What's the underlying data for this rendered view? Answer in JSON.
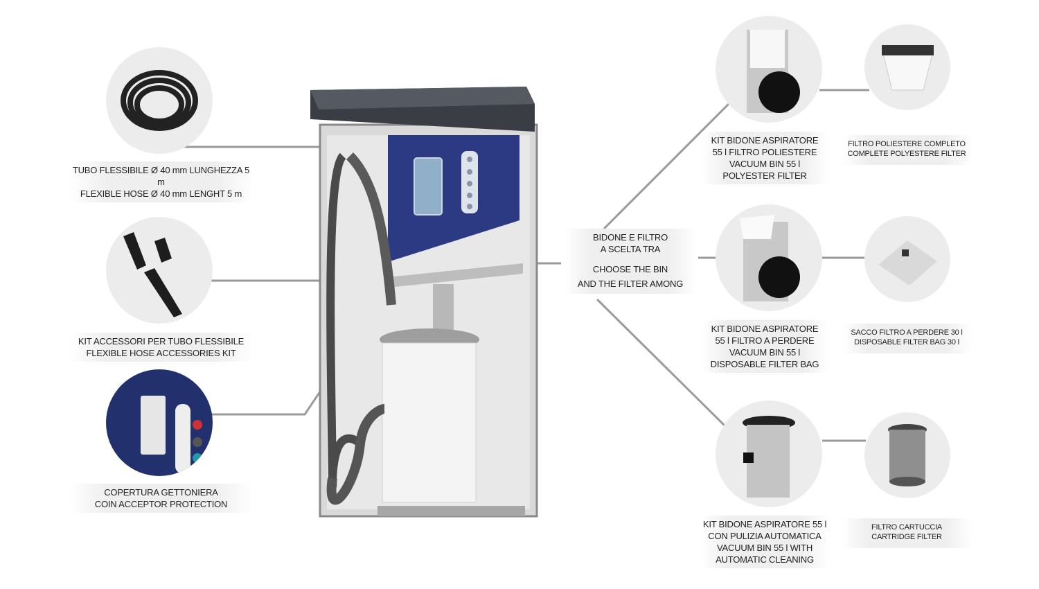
{
  "left_labels": {
    "hose": [
      "TUBO FLESSIBILE Ø 40 mm LUNGHEZZA 5 m",
      "FLEXIBLE HOSE Ø 40 mm LENGHT 5 m"
    ],
    "accessories": [
      "KIT ACCESSORI PER TUBO FLESSIBILE",
      "FLEXIBLE HOSE ACCESSORIES KIT"
    ],
    "coin": [
      "COPERTURA GETTONIERA",
      "COIN ACCEPTOR PROTECTION"
    ]
  },
  "center_label": {
    "it": [
      "BIDONE E FILTRO",
      "A SCELTA TRA"
    ],
    "en": [
      "CHOOSE THE BIN",
      "AND THE FILTER AMONG"
    ]
  },
  "right_labels": {
    "kit1": [
      "KIT BIDONE ASPIRATORE",
      "55 l FILTRO POLIESTERE",
      "VACUUM BIN 55 l",
      "POLYESTER FILTER"
    ],
    "filter1": [
      "FILTRO POLIESTERE COMPLETO",
      "COMPLETE POLYESTERE FILTER"
    ],
    "kit2": [
      "KIT BIDONE ASPIRATORE",
      "55 l FILTRO A PERDERE",
      "VACUUM BIN 55 l",
      "DISPOSABLE FILTER BAG"
    ],
    "filter2": [
      "SACCO FILTRO A PERDERE 30 l",
      "DISPOSABLE FILTER BAG 30 l"
    ],
    "kit3": [
      "KIT BIDONE ASPIRATORE 55 l",
      "CON PULIZIA AUTOMATICA",
      "VACUUM BIN 55 l WITH",
      "AUTOMATIC CLEANING"
    ],
    "filter3": [
      "FILTRO CARTUCCIA",
      "CARTRIDGE FILTER"
    ]
  },
  "colors": {
    "panel_blue": "#2b3a82",
    "line_grey": "#9a9a9a",
    "circle_bg": "#ececec"
  }
}
